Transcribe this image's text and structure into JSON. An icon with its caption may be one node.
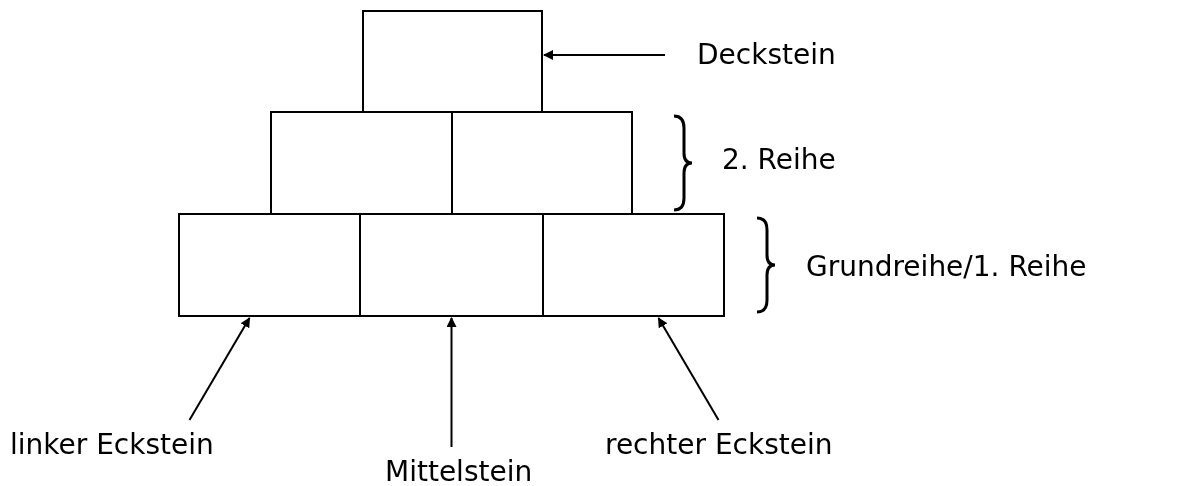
{
  "diagram": {
    "nodes": [
      {
        "text": [],
        "shape": "box"
      },
      {
        "text": [],
        "shape": "box"
      },
      {
        "text": [],
        "shape": "box"
      },
      {
        "text": [],
        "shape": "box"
      },
      {
        "text": [],
        "shape": "box"
      },
      {
        "text": [],
        "shape": "box"
      },
      {
        "text": [
          "Deckstein"
        ]
      },
      {
        "text": [
          "linker Eckstein"
        ]
      },
      {
        "text": [
          "Mittelstein"
        ]
      },
      {
        "text": [
          "rechter Eckstein"
        ]
      }
    ],
    "edges": [
      {
        "from": 6,
        "to": 0,
        "arrow": "to"
      },
      {
        "from": 7,
        "to": 3,
        "arrow": "to"
      },
      {
        "from": 8,
        "to": 4,
        "arrow": "to"
      },
      {
        "from": 9,
        "to": 5,
        "arrow": "to"
      }
    ],
    "labels": [
      "2. Reihe",
      "Grundreihe/1. Reihe"
    ]
  }
}
